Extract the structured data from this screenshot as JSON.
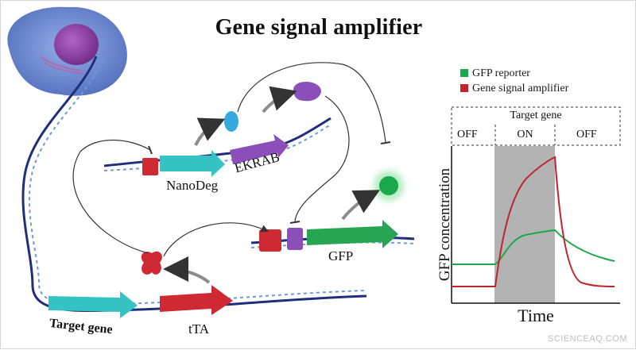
{
  "title": "Gene signal amplifier",
  "labels": {
    "nanodeg": "NanoDeg",
    "ekrab": "EKRAB",
    "gfp": "GFP",
    "target_gene": "Target gene",
    "tta": "tTA"
  },
  "legend": [
    {
      "label": "GFP reporter",
      "color": "#1aa84a"
    },
    {
      "label": "Gene signal amplifier",
      "color": "#c0242c"
    }
  ],
  "plot": {
    "box_title": "Target gene",
    "states": [
      "OFF",
      "ON",
      "OFF"
    ],
    "ylabel": "GFP concentration",
    "xlabel": "Time"
  },
  "colors": {
    "dna_dark": "#1f2f7a",
    "dna_light": "#6f9ad8",
    "teal": "#35c3c4",
    "red": "#cf2a33",
    "purple": "#8a4fb8",
    "green": "#27a552",
    "blue": "#36a9e1",
    "shade": "#b3b3b3"
  },
  "watermark": "SCIENCEAQ.COM"
}
